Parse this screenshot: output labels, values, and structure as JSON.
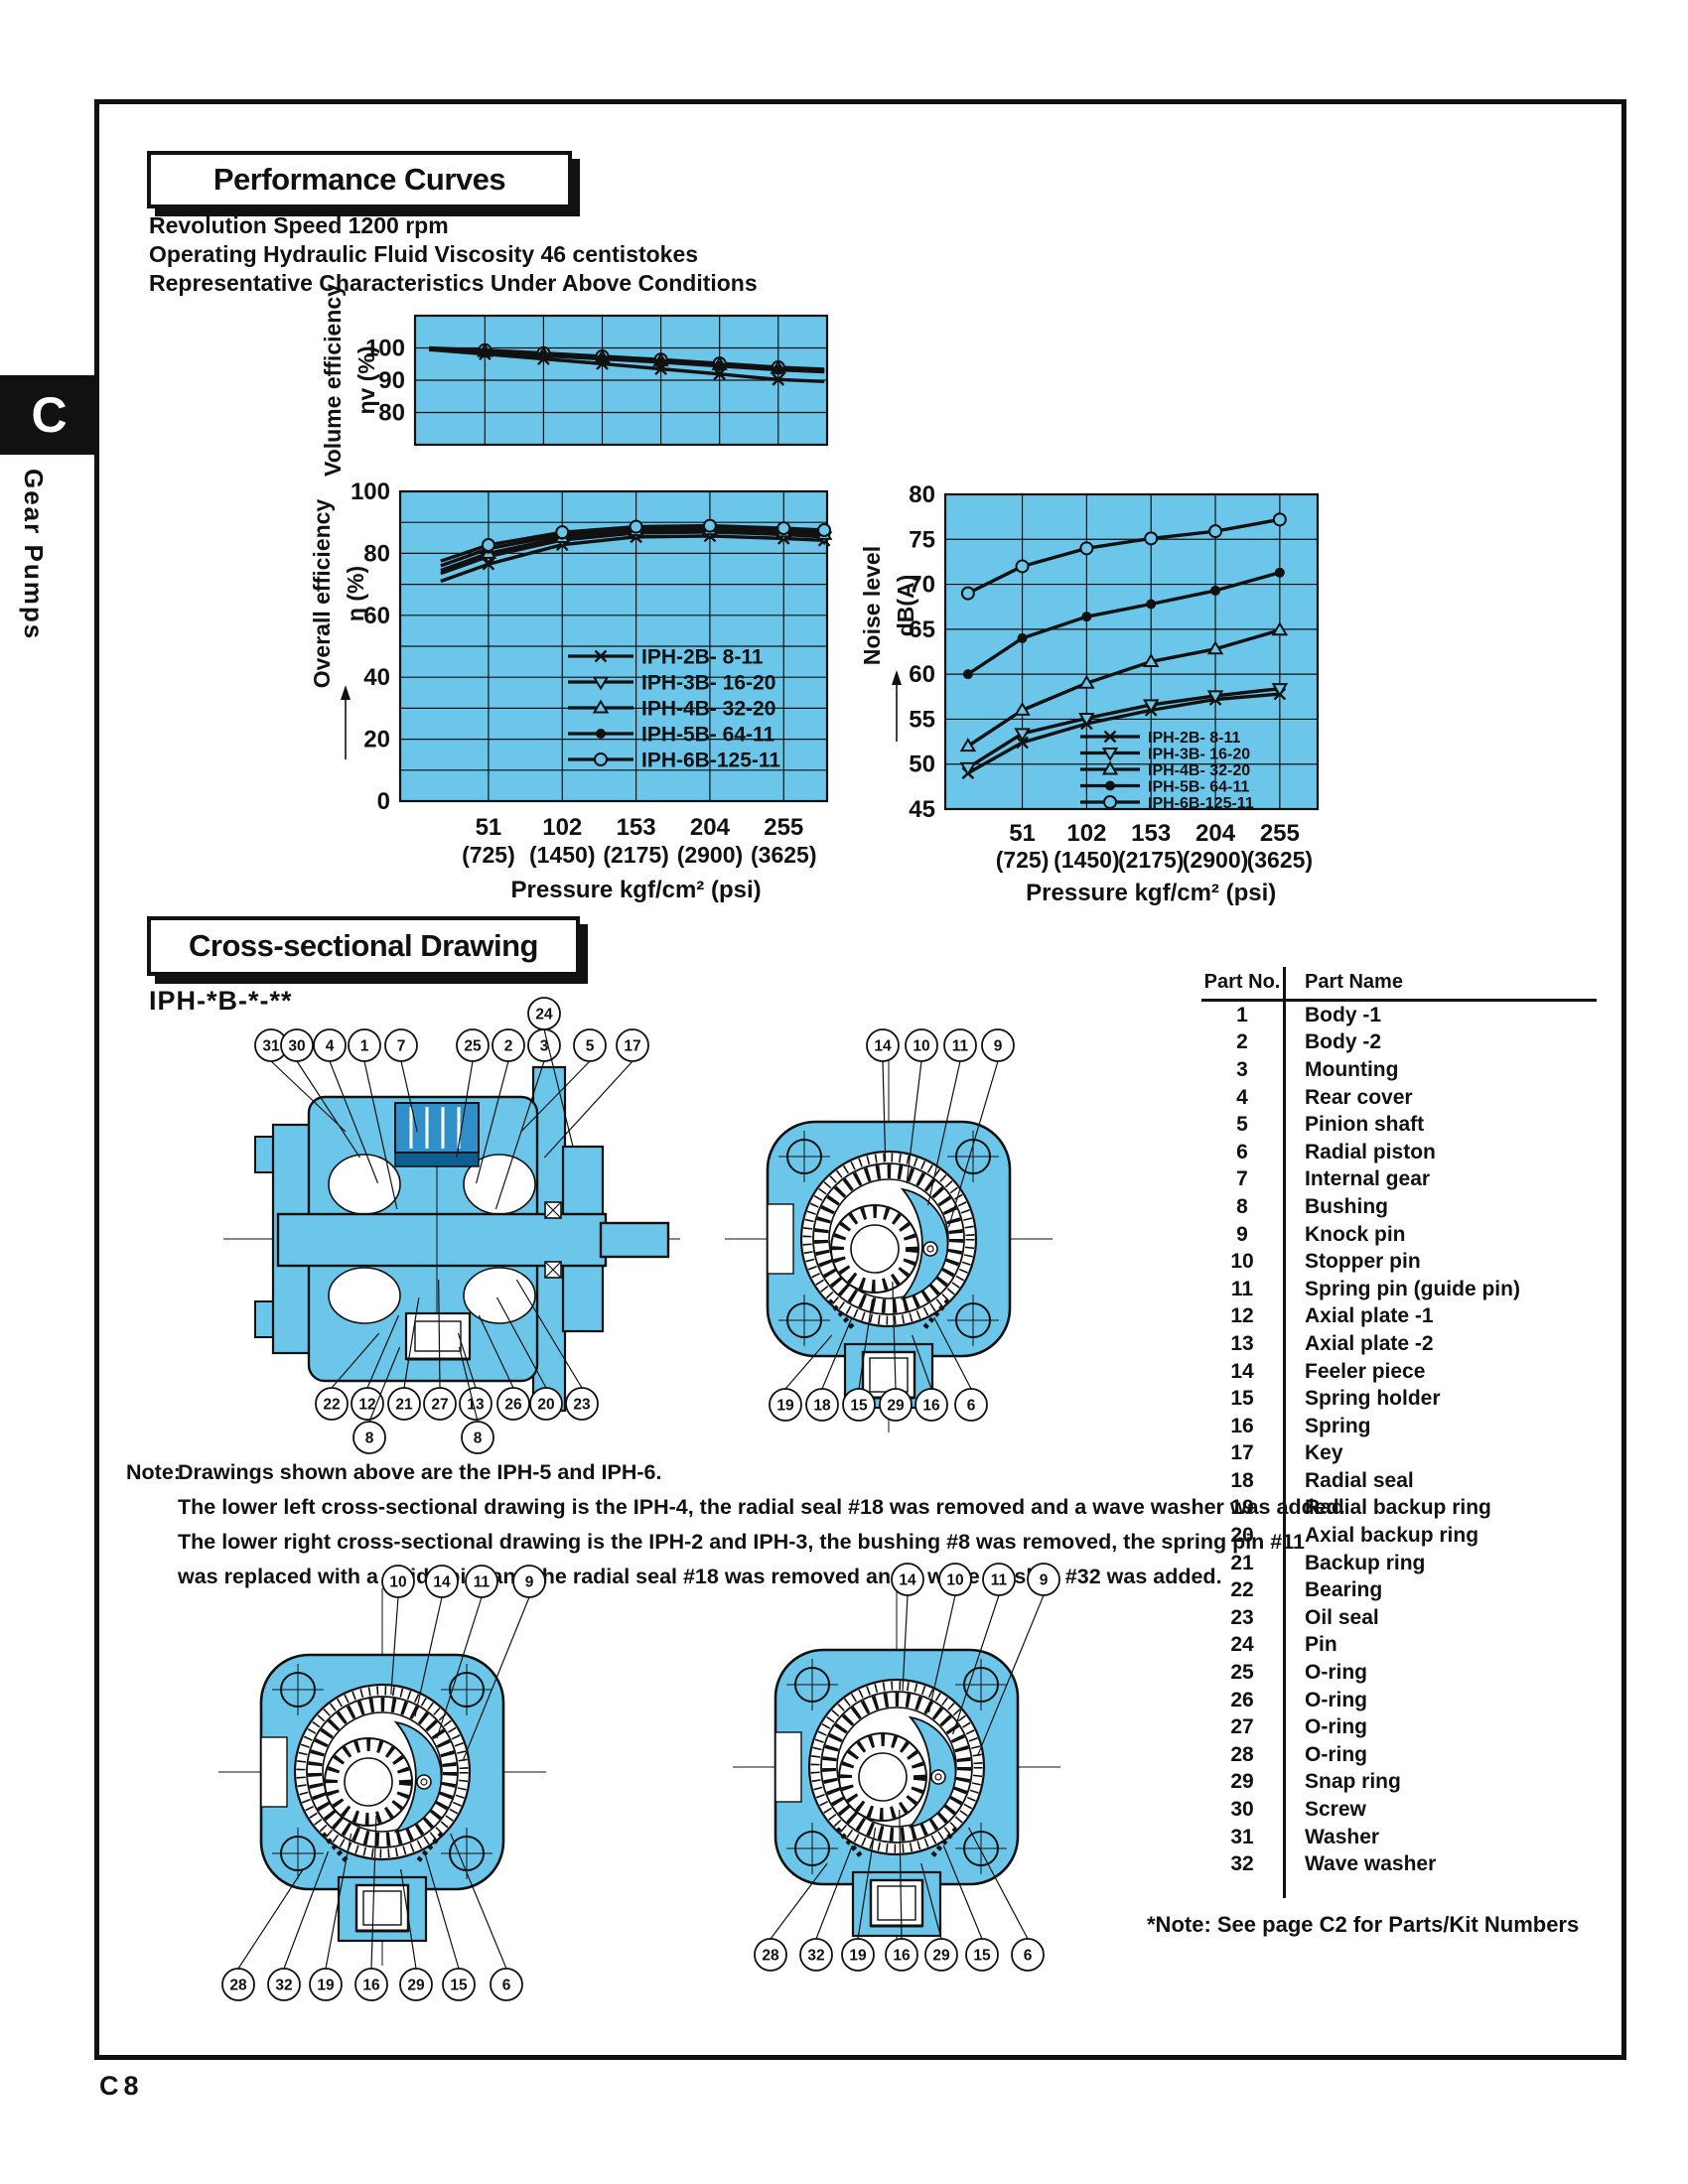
{
  "page": {
    "sidebar_tab": "C",
    "sidebar_label": "Gear Pumps",
    "page_number": "C8"
  },
  "performance": {
    "title": "Performance Curves",
    "conditions": [
      "Revolution Speed 1200 rpm",
      "Operating Hydraulic Fluid Viscosity 46 centistokes",
      "Representative Characteristics Under Above Conditions"
    ]
  },
  "chart_data": [
    {
      "id": "volume_efficiency",
      "type": "line",
      "ylabel": "Volume efficiency",
      "ylabel2": "ηv  (%)",
      "ylim": [
        70,
        110
      ],
      "yticks": [
        100,
        90,
        80
      ],
      "xlim": [
        0,
        283
      ],
      "grid": true,
      "series": [
        {
          "name": "IPH-6B-125-11",
          "marker": "circle",
          "points": [
            [
              0,
              100
            ],
            [
              40,
              99.3
            ],
            [
              82,
              98.4
            ],
            [
              124,
              97.4
            ],
            [
              166,
              96.4
            ],
            [
              208,
              95.2
            ],
            [
              250,
              94.0
            ],
            [
              283,
              93.4
            ]
          ]
        },
        {
          "name": "IPH-4B- 32-20",
          "marker": "tri-up",
          "points": [
            [
              0,
              99.8
            ],
            [
              40,
              98.9
            ],
            [
              82,
              98.0
            ],
            [
              124,
              97.0
            ],
            [
              166,
              96.0
            ],
            [
              208,
              94.8
            ],
            [
              250,
              93.6
            ],
            [
              283,
              93.0
            ]
          ]
        },
        {
          "name": "IPH-5B- 64-11",
          "marker": "dot",
          "points": [
            [
              0,
              99.6
            ],
            [
              40,
              98.5
            ],
            [
              82,
              97.6
            ],
            [
              124,
              96.6
            ],
            [
              166,
              95.6
            ],
            [
              208,
              94.4
            ],
            [
              250,
              93.2
            ],
            [
              283,
              92.6
            ]
          ]
        },
        {
          "name": "IPH-2B-  8-11",
          "marker": "x",
          "points": [
            [
              0,
              99.5
            ],
            [
              40,
              98.1
            ],
            [
              82,
              96.6
            ],
            [
              124,
              95.1
            ],
            [
              166,
              93.5
            ],
            [
              208,
              91.9
            ],
            [
              250,
              90.2
            ],
            [
              283,
              89.6
            ]
          ]
        }
      ]
    },
    {
      "id": "overall_efficiency",
      "type": "line",
      "ylabel": "Overall efficiency",
      "ylabel2": "η  (%)",
      "ylim": [
        0,
        100
      ],
      "yticks": [
        100,
        80,
        60,
        40,
        20,
        0
      ],
      "xlabel": "Pressure kgf/cm² (psi)",
      "xticks": [
        "51",
        "102",
        "153",
        "204",
        "255"
      ],
      "xticks_psi": [
        "(725)",
        "(1450)",
        "(2175)",
        "(2900)",
        "(3625)"
      ],
      "xtick_values": [
        51,
        102,
        153,
        204,
        255
      ],
      "legend": [
        "IPH-2B-  8-11",
        "IPH-3B- 16-20",
        "IPH-4B- 32-20",
        "IPH-5B- 64-11",
        "IPH-6B-125-11"
      ],
      "legend_position": "inside lower right",
      "series": [
        {
          "name": "IPH-2B-  8-11",
          "marker": "x",
          "points": [
            [
              18,
              71
            ],
            [
              51,
              76.5
            ],
            [
              102,
              82.8
            ],
            [
              153,
              85.3
            ],
            [
              204,
              85.6
            ],
            [
              255,
              84.8
            ],
            [
              283,
              84.2
            ]
          ]
        },
        {
          "name": "IPH-3B- 16-20",
          "marker": "tri-down",
          "points": [
            [
              18,
              73.5
            ],
            [
              51,
              79.0
            ],
            [
              102,
              84.3
            ],
            [
              153,
              86.6
            ],
            [
              204,
              86.9
            ],
            [
              255,
              86.1
            ],
            [
              283,
              85.3
            ]
          ]
        },
        {
          "name": "IPH-4B- 32-20",
          "marker": "tri-up",
          "points": [
            [
              18,
              74.5
            ],
            [
              51,
              80.0
            ],
            [
              102,
              85.1
            ],
            [
              153,
              87.3
            ],
            [
              204,
              87.6
            ],
            [
              255,
              86.9
            ],
            [
              283,
              86.1
            ]
          ]
        },
        {
          "name": "IPH-5B- 64-11",
          "marker": "dot",
          "points": [
            [
              18,
              76.0
            ],
            [
              51,
              81.5
            ],
            [
              102,
              86.0
            ],
            [
              153,
              88.0
            ],
            [
              204,
              88.3
            ],
            [
              255,
              87.6
            ],
            [
              283,
              86.9
            ]
          ]
        },
        {
          "name": "IPH-6B-125-11",
          "marker": "circle",
          "points": [
            [
              18,
              77.5
            ],
            [
              51,
              82.7
            ],
            [
              102,
              86.8
            ],
            [
              153,
              88.6
            ],
            [
              204,
              88.9
            ],
            [
              255,
              88.1
            ],
            [
              283,
              87.5
            ]
          ]
        }
      ]
    },
    {
      "id": "noise_level",
      "type": "line",
      "ylabel": "Noise level",
      "ylabel2": "dB(A)",
      "ylim": [
        45,
        80
      ],
      "yticks": [
        80,
        75,
        70,
        65,
        60,
        55,
        50,
        45
      ],
      "xlabel": "Pressure kgf/cm² (psi)",
      "xticks": [
        "51",
        "102",
        "153",
        "204",
        "255"
      ],
      "xticks_psi": [
        "(725)",
        "(1450)",
        "(2175)",
        "(2900)",
        "(3625)"
      ],
      "xtick_values": [
        51,
        102,
        153,
        204,
        255
      ],
      "legend": [
        "IPH-2B-  8-11",
        "IPH-3B- 16-20",
        "IPH-4B- 32-20",
        "IPH-5B- 64-11",
        "IPH-6B-125-11"
      ],
      "legend_position": "inside lower right",
      "series": [
        {
          "name": "IPH-2B-  8-11",
          "marker": "x",
          "points": [
            [
              8,
              49.0
            ],
            [
              51,
              52.4
            ],
            [
              102,
              54.5
            ],
            [
              153,
              56.0
            ],
            [
              204,
              57.2
            ],
            [
              255,
              57.8
            ]
          ]
        },
        {
          "name": "IPH-3B- 16-20",
          "marker": "tri-down",
          "points": [
            [
              8,
              49.6
            ],
            [
              51,
              53.4
            ],
            [
              102,
              55.1
            ],
            [
              153,
              56.6
            ],
            [
              204,
              57.6
            ],
            [
              255,
              58.4
            ]
          ]
        },
        {
          "name": "IPH-4B- 32-20",
          "marker": "tri-up",
          "points": [
            [
              8,
              52.0
            ],
            [
              51,
              56.0
            ],
            [
              102,
              59.0
            ],
            [
              153,
              61.4
            ],
            [
              204,
              62.8
            ],
            [
              255,
              64.9
            ]
          ]
        },
        {
          "name": "IPH-5B- 64-11",
          "marker": "dot",
          "points": [
            [
              8,
              60.0
            ],
            [
              51,
              64.0
            ],
            [
              102,
              66.4
            ],
            [
              153,
              67.8
            ],
            [
              204,
              69.3
            ],
            [
              255,
              71.3
            ]
          ]
        },
        {
          "name": "IPH-6B-125-11",
          "marker": "circle",
          "points": [
            [
              8,
              69.0
            ],
            [
              51,
              72.0
            ],
            [
              102,
              74.0
            ],
            [
              153,
              75.1
            ],
            [
              204,
              75.9
            ],
            [
              255,
              77.2
            ]
          ]
        }
      ]
    }
  ],
  "cross_section": {
    "title": "Cross-sectional Drawing",
    "model": "IPH-*B-*-**",
    "note_label": "Note:",
    "note_lines": [
      "Drawings shown above are the IPH-5 and IPH-6.",
      "The lower left cross-sectional drawing is the IPH-4, the radial seal #18 was removed and a wave washer was added.",
      "The lower right cross-sectional drawing is the IPH-2 and IPH-3, the bushing #8 was removed, the spring pin #11",
      "was replaced with a guide pin, and the radial seal #18 was removed and a wave washer #32 was added."
    ],
    "footnote": "*Note: See page C2 for Parts/Kit Numbers",
    "figures": {
      "side": {
        "top": [
          "31",
          "30",
          "4",
          "1",
          "7",
          "25",
          "2",
          "3",
          "5",
          "17"
        ],
        "above": "24",
        "bottom": [
          "22",
          "12",
          "21",
          "27",
          "13",
          "26",
          "20",
          "23"
        ],
        "sub": [
          "8",
          "8"
        ]
      },
      "front_upper": {
        "top": [
          "14",
          "10",
          "11",
          "9"
        ],
        "bottom": [
          "19",
          "18",
          "15",
          "29",
          "16",
          "6"
        ]
      },
      "front_lower_left": {
        "top": [
          "10",
          "14",
          "11",
          "9"
        ],
        "bottom": [
          "28",
          "32",
          "19",
          "16",
          "29",
          "15",
          "6"
        ]
      },
      "front_lower_right": {
        "top": [
          "14",
          "10",
          "11",
          "9"
        ],
        "bottom": [
          "28",
          "32",
          "19",
          "16",
          "29",
          "15",
          "6"
        ]
      }
    }
  },
  "parts_table": {
    "headers": [
      "Part No.",
      "Part Name"
    ],
    "rows": [
      [
        "1",
        "Body -1"
      ],
      [
        "2",
        "Body -2"
      ],
      [
        "3",
        "Mounting"
      ],
      [
        "4",
        "Rear cover"
      ],
      [
        "5",
        "Pinion shaft"
      ],
      [
        "6",
        "Radial piston"
      ],
      [
        "7",
        "Internal gear"
      ],
      [
        "8",
        "Bushing"
      ],
      [
        "9",
        "Knock pin"
      ],
      [
        "10",
        "Stopper pin"
      ],
      [
        "11",
        "Spring pin (guide pin)"
      ],
      [
        "12",
        "Axial plate -1"
      ],
      [
        "13",
        "Axial plate -2"
      ],
      [
        "14",
        "Feeler piece"
      ],
      [
        "15",
        "Spring holder"
      ],
      [
        "16",
        "Spring"
      ],
      [
        "17",
        "Key"
      ],
      [
        "18",
        "Radial seal"
      ],
      [
        "19",
        "Radial backup ring"
      ],
      [
        "20",
        "Axial backup ring"
      ],
      [
        "21",
        "Backup ring"
      ],
      [
        "22",
        "Bearing"
      ],
      [
        "23",
        "Oil seal"
      ],
      [
        "24",
        "Pin"
      ],
      [
        "25",
        "O-ring"
      ],
      [
        "26",
        "O-ring"
      ],
      [
        "27",
        "O-ring"
      ],
      [
        "28",
        "O-ring"
      ],
      [
        "29",
        "Snap ring"
      ],
      [
        "30",
        "Screw"
      ],
      [
        "31",
        "Washer"
      ],
      [
        "32",
        "Wave washer"
      ]
    ]
  }
}
